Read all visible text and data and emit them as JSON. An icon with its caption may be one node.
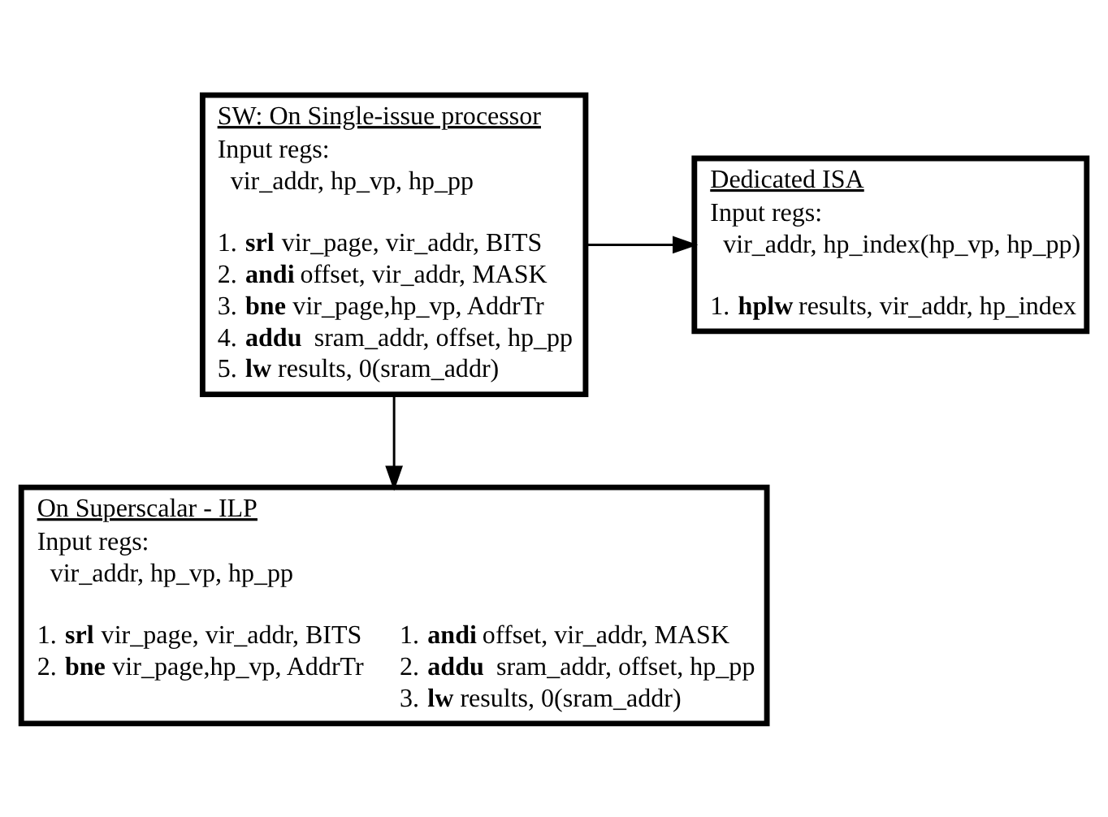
{
  "diagram": {
    "nodes": [
      {
        "text": [
          "SW: On Single-issue processor",
          "Input regs:",
          "vir_addr, hp_vp, hp_pp",
          "1. **srl** vir_page, vir_addr, BITS",
          "2. **andi** offset, vir_addr, MASK",
          "3. **bne** vir_page,hp_vp, AddrTr",
          "4. **addu**  sram_addr, offset, hp_pp",
          "5. **lw** results, 0(sram_addr)"
        ]
      },
      {
        "text": [
          "Dedicated ISA",
          "Input regs:",
          "vir_addr, hp_index(hp_vp, hp_pp)",
          "1. **hplw** results, vir_addr, hp_index"
        ]
      },
      {
        "text": [
          "On Superscalar - ILP",
          "Input regs:",
          "vir_addr, hp_vp, hp_pp",
          "1. **srl** vir_page, vir_addr, BITS",
          "2. **bne** vir_page,hp_vp, AddrTr",
          "1. **andi** offset, vir_addr, MASK",
          "2. **addu**  sram_addr, offset, hp_pp",
          "3. **lw** results, 0(sram_addr)"
        ]
      }
    ],
    "edges": [
      {
        "from": 0,
        "to": 1,
        "arrow": "to"
      },
      {
        "from": 0,
        "to": 2,
        "arrow": "to"
      }
    ]
  }
}
